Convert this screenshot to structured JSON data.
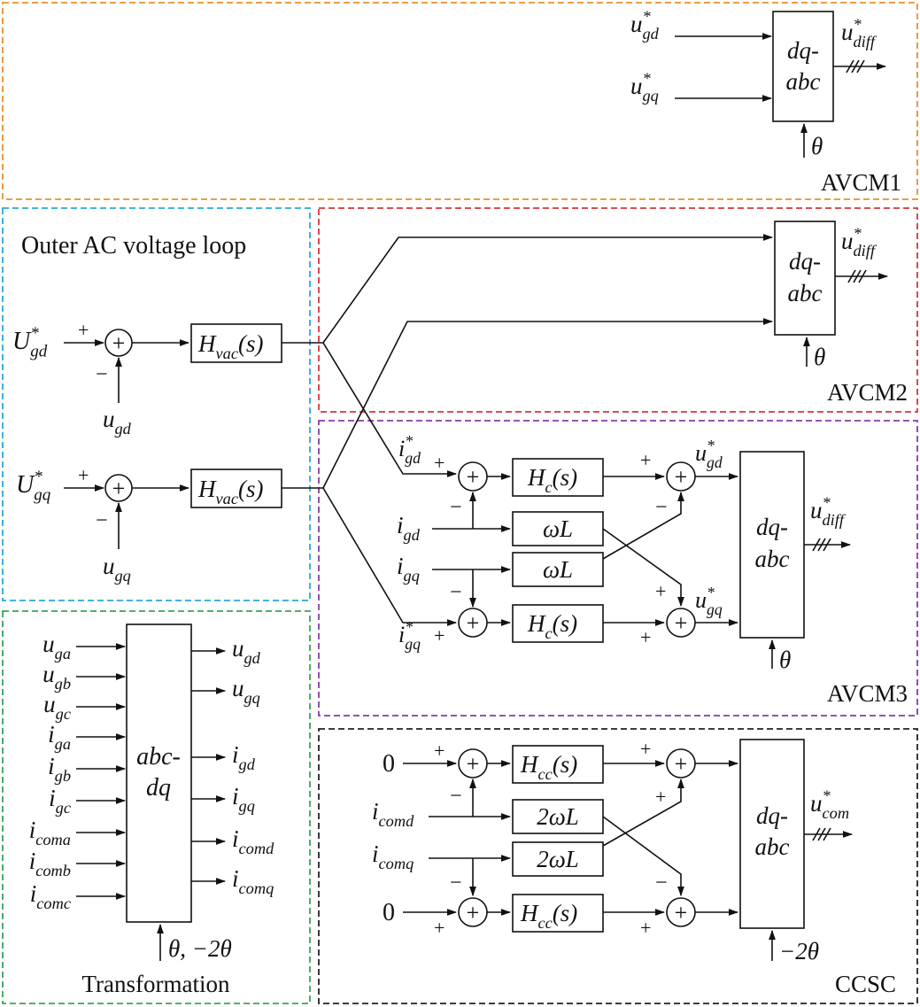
{
  "colors": {
    "avcm1": "#e8902a",
    "outer": "#2aa8d8",
    "avcm2": "#d8343a",
    "avcm3": "#8a3aa8",
    "transform": "#3aa35a",
    "ccsc": "#222222"
  },
  "region_titles": {
    "avcm1": "AVCM1",
    "avcm2": "AVCM2",
    "avcm3": "AVCM3",
    "outer": "Outer AC voltage loop",
    "transform": "Transformation",
    "ccsc": "CCSC"
  },
  "avcm1": {
    "in_d": {
      "base": "u",
      "sup": "*",
      "sub": "gd"
    },
    "in_q": {
      "base": "u",
      "sup": "*",
      "sub": "gq"
    },
    "block": [
      "dq-",
      "abc"
    ],
    "out": {
      "base": "u",
      "sup": "*",
      "sub": "diff"
    },
    "angle": "θ"
  },
  "avcm2": {
    "block": [
      "dq-",
      "abc"
    ],
    "out": {
      "base": "u",
      "sup": "*",
      "sub": "diff"
    },
    "angle": "θ"
  },
  "outer": {
    "ref_d": {
      "base": "U",
      "sup": "*",
      "sub": "gd"
    },
    "ref_q": {
      "base": "U",
      "sup": "*",
      "sub": "gq"
    },
    "meas_d": {
      "base": "u",
      "sub": "gd"
    },
    "meas_q": {
      "base": "u",
      "sub": "gq"
    },
    "plus": "+",
    "minus": "−",
    "controller": {
      "base": "H",
      "sub": "vac",
      "tail": "(s)"
    }
  },
  "avcm3": {
    "ref_d": {
      "base": "i",
      "sup": "*",
      "sub": "gd"
    },
    "ref_q": {
      "base": "i",
      "sup": "*",
      "sub": "gq"
    },
    "meas_d": {
      "base": "i",
      "sub": "gd"
    },
    "meas_q": {
      "base": "i",
      "sub": "gq"
    },
    "controller": {
      "base": "H",
      "sub": "c",
      "tail": "(s)"
    },
    "coupling": "ωL",
    "out_d": {
      "base": "u",
      "sup": "*",
      "sub": "gd"
    },
    "out_q": {
      "base": "u",
      "sup": "*",
      "sub": "gq"
    },
    "block": [
      "dq-",
      "abc"
    ],
    "out": {
      "base": "u",
      "sup": "*",
      "sub": "diff"
    },
    "angle": "θ",
    "plus": "+",
    "minus": "−"
  },
  "transform": {
    "inputs": [
      {
        "base": "u",
        "sub": "ga"
      },
      {
        "base": "u",
        "sub": "gb"
      },
      {
        "base": "u",
        "sub": "gc"
      },
      {
        "base": "i",
        "sub": "ga"
      },
      {
        "base": "i",
        "sub": "gb"
      },
      {
        "base": "i",
        "sub": "gc"
      },
      {
        "base": "i",
        "sub": "coma"
      },
      {
        "base": "i",
        "sub": "comb"
      },
      {
        "base": "i",
        "sub": "comc"
      }
    ],
    "block": [
      "abc-",
      "dq"
    ],
    "outputs": [
      {
        "base": "u",
        "sub": "gd"
      },
      {
        "base": "u",
        "sub": "gq"
      },
      {
        "base": "i",
        "sub": "gd"
      },
      {
        "base": "i",
        "sub": "gq"
      },
      {
        "base": "i",
        "sub": "comd"
      },
      {
        "base": "i",
        "sub": "comq"
      }
    ],
    "angle": "θ, −2θ"
  },
  "ccsc": {
    "ref_d": "0",
    "ref_q": "0",
    "meas_d": {
      "base": "i",
      "sub": "comd"
    },
    "meas_q": {
      "base": "i",
      "sub": "comq"
    },
    "controller": {
      "base": "H",
      "sub": "cc",
      "tail": "(s)"
    },
    "coupling": "2ωL",
    "block": [
      "dq-",
      "abc"
    ],
    "out": {
      "base": "u",
      "sup": "*",
      "sub": "com"
    },
    "angle": "−2θ",
    "plus": "+",
    "minus": "−"
  }
}
